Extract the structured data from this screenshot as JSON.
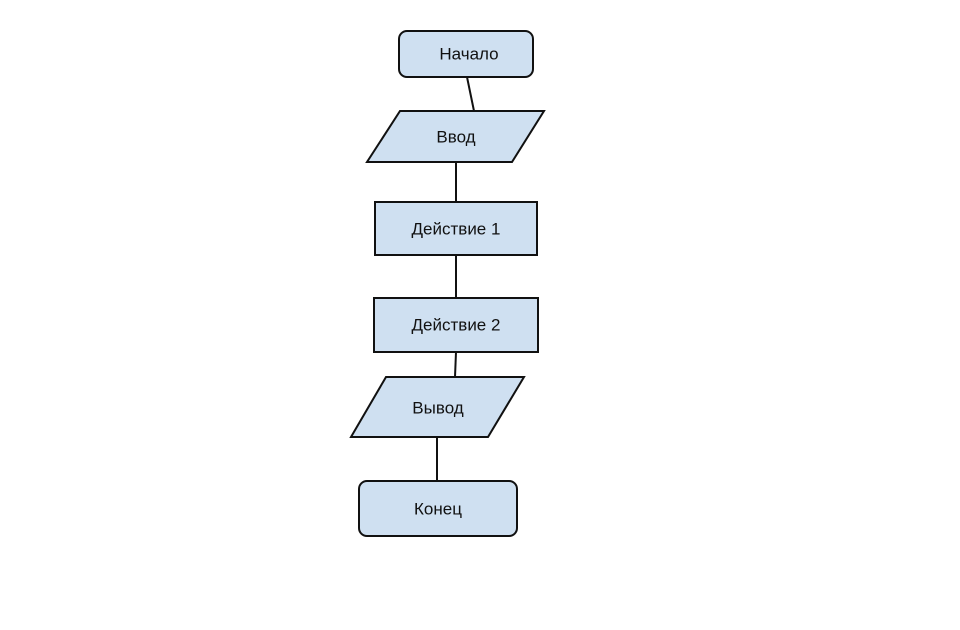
{
  "flowchart": {
    "start": "Начало",
    "input": "Ввод",
    "action1": "Действие 1",
    "action2": "Действие 2",
    "output": "Вывод",
    "end": "Конец"
  },
  "colors": {
    "shape_fill": "#cfe0f1",
    "stroke": "#111111",
    "background": "#ffffff"
  }
}
